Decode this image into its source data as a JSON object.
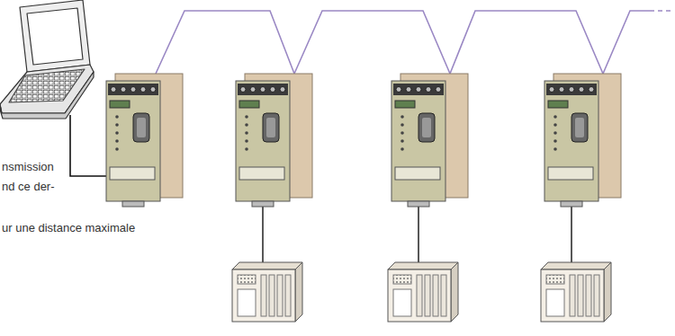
{
  "diagram": {
    "labels": [
      "nsmission",
      "nd ce der-",
      "ur une distance maximale"
    ]
  }
}
